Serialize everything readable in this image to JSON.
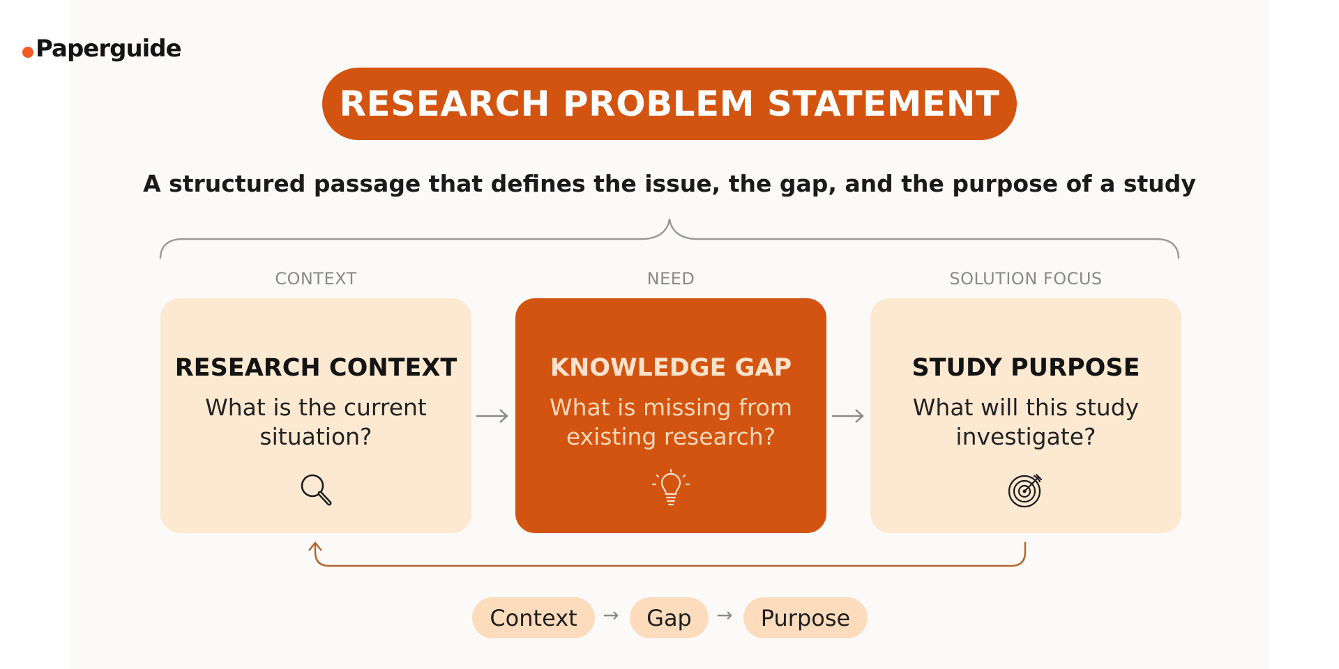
{
  "brand": {
    "name": "Paperguide",
    "accent": "#f15a22"
  },
  "title": "RESEARCH PROBLEM STATEMENT",
  "subtitle": "A structured passage that defines the issue, the gap, and the purpose of a study",
  "colors": {
    "primary_orange": "#d35410",
    "light_card": "#fde9d2",
    "pill": "#fcdcbd",
    "connector": "#b3652e",
    "bracket": "#9a9a9a"
  },
  "columns": [
    {
      "label": "CONTEXT",
      "title": "RESEARCH CONTEXT",
      "question": "What is the current situation?",
      "icon": "magnifying-glass-icon",
      "style": "light"
    },
    {
      "label": "NEED",
      "title": "KNOWLEDGE GAP",
      "question": "What is missing from existing research?",
      "icon": "lightbulb-icon",
      "style": "dark"
    },
    {
      "label": "SOLUTION FOCUS",
      "title": "STUDY PURPOSE",
      "question": "What will this study investigate?",
      "icon": "target-icon",
      "style": "light"
    }
  ],
  "flow": {
    "steps": [
      "Context",
      "Gap",
      "Purpose"
    ],
    "separator": "→"
  }
}
